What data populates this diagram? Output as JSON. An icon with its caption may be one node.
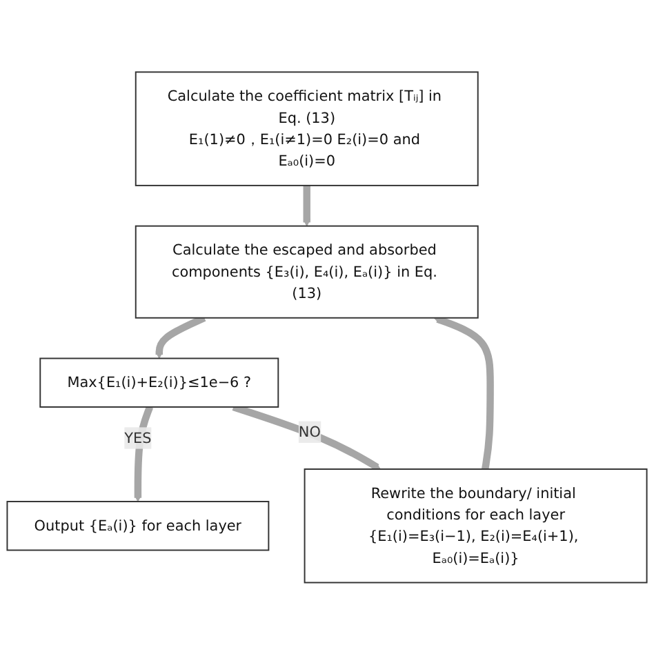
{
  "diagram": {
    "nodes": [
      {
        "text": [
          "Calculate the coefficient matrix [Tᵢⱼ] in Eq. (13)",
          "E₁(1)≠0，E₁(i≠1)=0 E₂(i)=0 and Eₐ₀(i)=0"
        ]
      },
      {
        "text": [
          "Calculate the escaped and absorbed components {E₃(i), E₄(i), Eₐ(i)} in Eq. (13)"
        ]
      },
      {
        "text": [
          "Max{E₁(i)+E₂(i)}≤1e−6 ?"
        ]
      },
      {
        "text": [
          "Output {Eₐ(i)} for each layer"
        ]
      },
      {
        "text": [
          "Rewrite the boundary/ initial conditions for each layer",
          "{E₁(i)=E₃(i−1), E₂(i)=E₄(i+1), Eₐ₀(i)=Eₐ(i)}"
        ]
      }
    ],
    "edges": [
      {
        "from": 0,
        "to": 1,
        "arrow": "to"
      },
      {
        "from": 1,
        "to": 2,
        "arrow": "to"
      },
      {
        "from": 2,
        "to": 3,
        "arrow": "to",
        "label": "YES"
      },
      {
        "from": 2,
        "to": 4,
        "arrow": "to",
        "label": "NO"
      },
      {
        "from": 4,
        "to": 1,
        "arrow": "to"
      }
    ]
  }
}
